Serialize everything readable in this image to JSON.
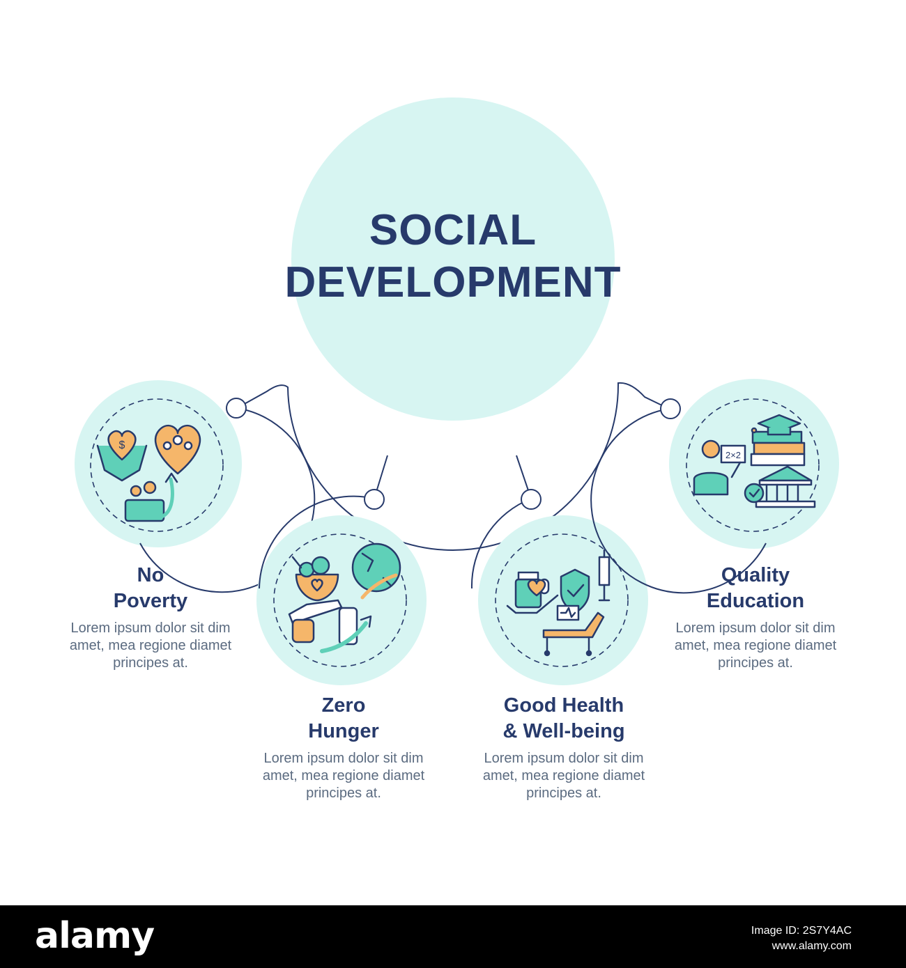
{
  "title_line1": "SOCIAL",
  "title_line2": "DEVELOPMENT",
  "items": [
    {
      "title_line1": "No",
      "title_line2": "Poverty",
      "desc_line1": "Lorem ipsum dolor sit dim",
      "desc_line2": "amet, mea regione diamet",
      "desc_line3": "principes at."
    },
    {
      "title_line1": "Zero",
      "title_line2": "Hunger",
      "desc_line1": "Lorem ipsum dolor sit dim",
      "desc_line2": "amet, mea regione diamet",
      "desc_line3": "principes at."
    },
    {
      "title_line1": "Good Health",
      "title_line2": "& Well-being",
      "desc_line1": "Lorem ipsum dolor sit dim",
      "desc_line2": "amet, mea regione diamet",
      "desc_line3": "principes at."
    },
    {
      "title_line1": "Quality",
      "title_line2": "Education",
      "desc_line1": "Lorem ipsum dolor sit dim",
      "desc_line2": "amet, mea regione diamet",
      "desc_line3": "principes at."
    }
  ],
  "footer": {
    "logo": "alamy",
    "image_id_label": "Image ID: 2S7Y4AC",
    "url": "www.alamy.com"
  },
  "colors": {
    "circle_fill": "#d7f5f2",
    "navy": "#273a6b",
    "icon_teal": "#5fd0b8",
    "icon_orange": "#f5b66a",
    "text_gray": "#5b6b80"
  }
}
